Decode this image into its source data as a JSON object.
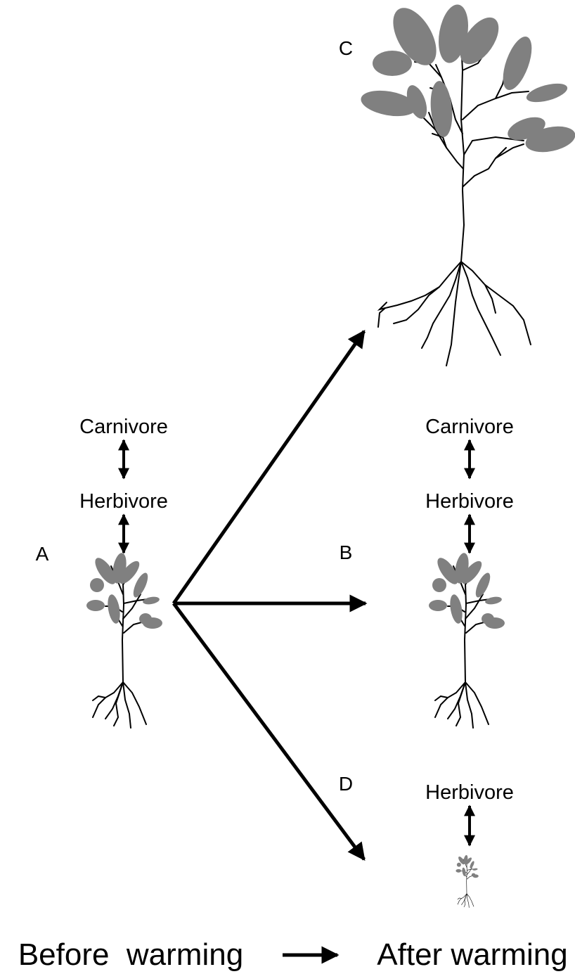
{
  "colors": {
    "leaf": "#808080",
    "ink": "#000000",
    "background": "#ffffff"
  },
  "panels": {
    "A": {
      "letter": "A",
      "levels": {
        "carnivore": "Carnivore",
        "herbivore": "Herbivore"
      }
    },
    "B": {
      "letter": "B",
      "levels": {
        "carnivore": "Carnivore",
        "herbivore": "Herbivore"
      }
    },
    "C": {
      "letter": "C"
    },
    "D": {
      "letter": "D",
      "levels": {
        "herbivore": "Herbivore"
      }
    }
  },
  "caption": {
    "before": "Before  warming",
    "after": "After warming"
  }
}
